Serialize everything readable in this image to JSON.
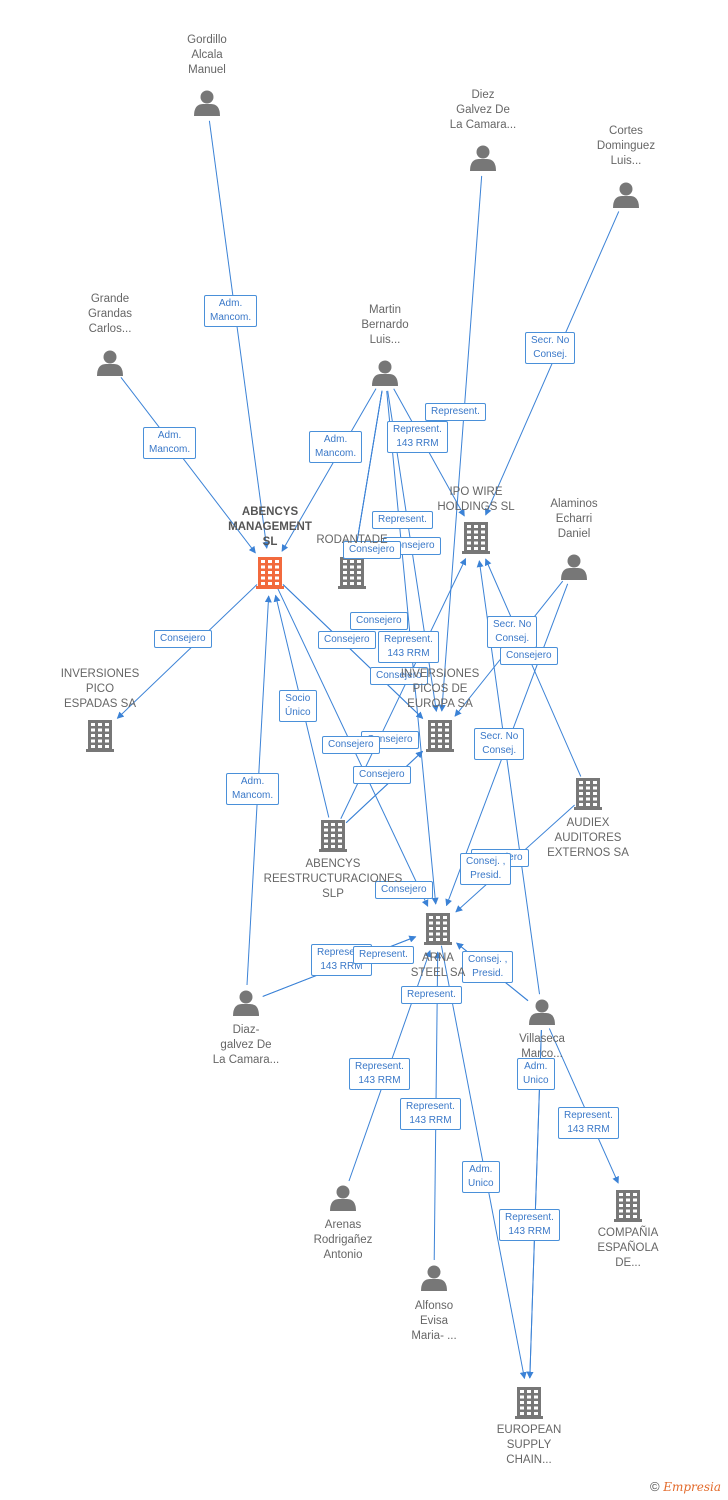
{
  "colors": {
    "edge": "#3b82d6",
    "node": "#777777",
    "focus": "#f26a3d",
    "label_border": "#4a90d9"
  },
  "nodes": [
    {
      "id": "gordillo",
      "kind": "person",
      "label": "Gordillo\nAlcala\nManuel"
    },
    {
      "id": "diez",
      "kind": "person",
      "label": "Diez\nGalvez De\nLa Camara..."
    },
    {
      "id": "cortes",
      "kind": "person",
      "label": "Cortes\nDominguez\nLuis..."
    },
    {
      "id": "grande",
      "kind": "person",
      "label": "Grande\nGrandas\nCarlos..."
    },
    {
      "id": "martin",
      "kind": "person",
      "label": "Martin\nBernardo\nLuis..."
    },
    {
      "id": "abencys_mgmt",
      "kind": "company",
      "focus": true,
      "label": "ABENCYS\nMANAGEMENT\nSL"
    },
    {
      "id": "rodantade",
      "kind": "company",
      "label": "RODANTADE"
    },
    {
      "id": "ipo",
      "kind": "company",
      "label": "IPO WIRE\nHOLDINGS SL"
    },
    {
      "id": "alaminos",
      "kind": "person",
      "label": "Alaminos\nEcharri\nDaniel"
    },
    {
      "id": "inv_pico",
      "kind": "company",
      "label": "INVERSIONES\nPICO\nESPADAS SA"
    },
    {
      "id": "inv_picos_europa",
      "kind": "company",
      "label": "INVERSIONES\nPICOS DE\nEUROPA SA"
    },
    {
      "id": "audiex",
      "kind": "company",
      "label": "AUDIEX\nAUDITORES\nEXTERNOS SA"
    },
    {
      "id": "abencys_reest",
      "kind": "company",
      "label": "ABENCYS\nREESTRUCTURACIONES\nSLP"
    },
    {
      "id": "arna",
      "kind": "company",
      "label": "ARNA\nSTEEL SA"
    },
    {
      "id": "diaz",
      "kind": "person",
      "label": "Diaz-\ngalvez De\nLa Camara..."
    },
    {
      "id": "villaseca",
      "kind": "person",
      "label": "Villaseca\nMarco..."
    },
    {
      "id": "compania",
      "kind": "company",
      "label": "COMPAÑIA\nESPAÑOLA\nDE..."
    },
    {
      "id": "arenas",
      "kind": "person",
      "label": "Arenas\nRodrigañez\nAntonio"
    },
    {
      "id": "alfonso",
      "kind": "person",
      "label": "Alfonso\nEvisa\nMaria- ..."
    },
    {
      "id": "european",
      "kind": "company",
      "label": "EUROPEAN\nSUPPLY\nCHAIN..."
    }
  ],
  "edges": [
    {
      "from": "gordillo",
      "to": "abencys_mgmt",
      "label": "Adm.\nMancom."
    },
    {
      "from": "grande",
      "to": "abencys_mgmt",
      "label": "Adm.\nMancom."
    },
    {
      "from": "martin",
      "to": "abencys_mgmt",
      "label": "Adm.\nMancom."
    },
    {
      "from": "cortes",
      "to": "ipo",
      "label": "Secr.  No\nConsej."
    },
    {
      "from": "martin",
      "to": "ipo",
      "label": "Represent.\n143 RRM"
    },
    {
      "from": "diez",
      "to": "inv_picos_europa",
      "label": "Represent."
    },
    {
      "from": "martin",
      "to": "rodantade",
      "label": "Represent."
    },
    {
      "from": "martin",
      "to": "rodantade",
      "label": "Consejero"
    },
    {
      "from": "martin",
      "to": "rodantade",
      "label": "Consejero"
    },
    {
      "from": "abencys_mgmt",
      "to": "inv_pico",
      "label": "Consejero"
    },
    {
      "from": "abencys_mgmt",
      "to": "inv_picos_europa",
      "label": "Consejero"
    },
    {
      "from": "abencys_mgmt",
      "to": "inv_picos_europa",
      "label": "Consejero"
    },
    {
      "from": "martin",
      "to": "inv_picos_europa",
      "label": "Represent.\n143 RRM"
    },
    {
      "from": "abencys_reest",
      "to": "ipo",
      "label": "Consejero"
    },
    {
      "from": "alaminos",
      "to": "inv_picos_europa",
      "label": "Secr.  No\nConsej."
    },
    {
      "from": "audiex",
      "to": "ipo",
      "label": "Consejero"
    },
    {
      "from": "abencys_reest",
      "to": "abencys_mgmt",
      "label": "Socio\nÚnico"
    },
    {
      "from": "abencys_mgmt",
      "to": "arna",
      "label": "Consejero"
    },
    {
      "from": "abencys_reest",
      "to": "inv_picos_europa",
      "label": "Consejero"
    },
    {
      "from": "abencys_reest",
      "to": "inv_picos_europa",
      "label": "Consejero"
    },
    {
      "from": "alaminos",
      "to": "arna",
      "label": "Secr.  No\nConsej."
    },
    {
      "from": "audiex",
      "to": "arna",
      "label": "Consejero"
    },
    {
      "from": "diaz",
      "to": "abencys_mgmt",
      "label": "Adm.\nMancom."
    },
    {
      "from": "villaseca",
      "to": "arna",
      "label": "Consej. ,\nPresid."
    },
    {
      "from": "villaseca",
      "to": "ipo",
      "label": "Consej. ,\nPresid."
    },
    {
      "from": "martin",
      "to": "arna",
      "label": "Consejero"
    },
    {
      "from": "diaz",
      "to": "arna",
      "label": "Represent.\n143 RRM"
    },
    {
      "from": "diaz",
      "to": "arna",
      "label": "Represent."
    },
    {
      "from": "villaseca",
      "to": "arna",
      "label": "Represent."
    },
    {
      "from": "arenas",
      "to": "arna",
      "label": "Represent.\n143 RRM"
    },
    {
      "from": "alfonso",
      "to": "arna",
      "label": "Represent.\n143 RRM"
    },
    {
      "from": "villaseca",
      "to": "european",
      "label": "Adm.\nUnico"
    },
    {
      "from": "villaseca",
      "to": "compania",
      "label": "Represent.\n143 RRM"
    },
    {
      "from": "arna",
      "to": "european",
      "label": "Adm.\nUnico"
    },
    {
      "from": "villaseca",
      "to": "european",
      "label": "Represent.\n143 RRM"
    }
  ],
  "footer": {
    "copyright": "©",
    "brand": "Empresia"
  }
}
